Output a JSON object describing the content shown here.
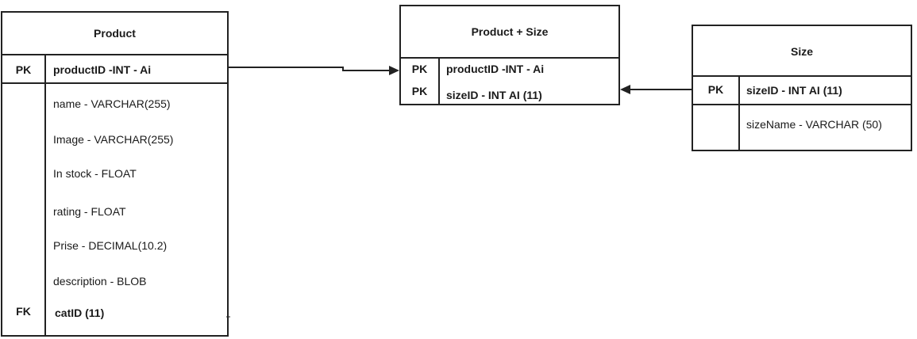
{
  "product": {
    "title": "Product",
    "pk_label": "PK",
    "pk_field": "productID -INT - Ai",
    "fields": [
      "name - VARCHAR(255)",
      "Image - VARCHAR(255)",
      "In stock -  FLOAT",
      "rating - FLOAT",
      "Prise - DECIMAL(10.2)",
      "description - BLOB"
    ],
    "fk_label": "FK",
    "fk_field": "catID (11)"
  },
  "product_size": {
    "title": "Product + Size",
    "rows": [
      {
        "key": "PK",
        "field": "productID -INT - Ai"
      },
      {
        "key": "PK",
        "field": "sizeID - INT AI (11)"
      }
    ]
  },
  "size": {
    "title": "Size",
    "pk_label": "PK",
    "pk_field": "sizeID - INT AI (11)",
    "fields": [
      "sizeName - VARCHAR (50)"
    ]
  },
  "colors": {
    "line": "#222222",
    "background": "#ffffff"
  }
}
